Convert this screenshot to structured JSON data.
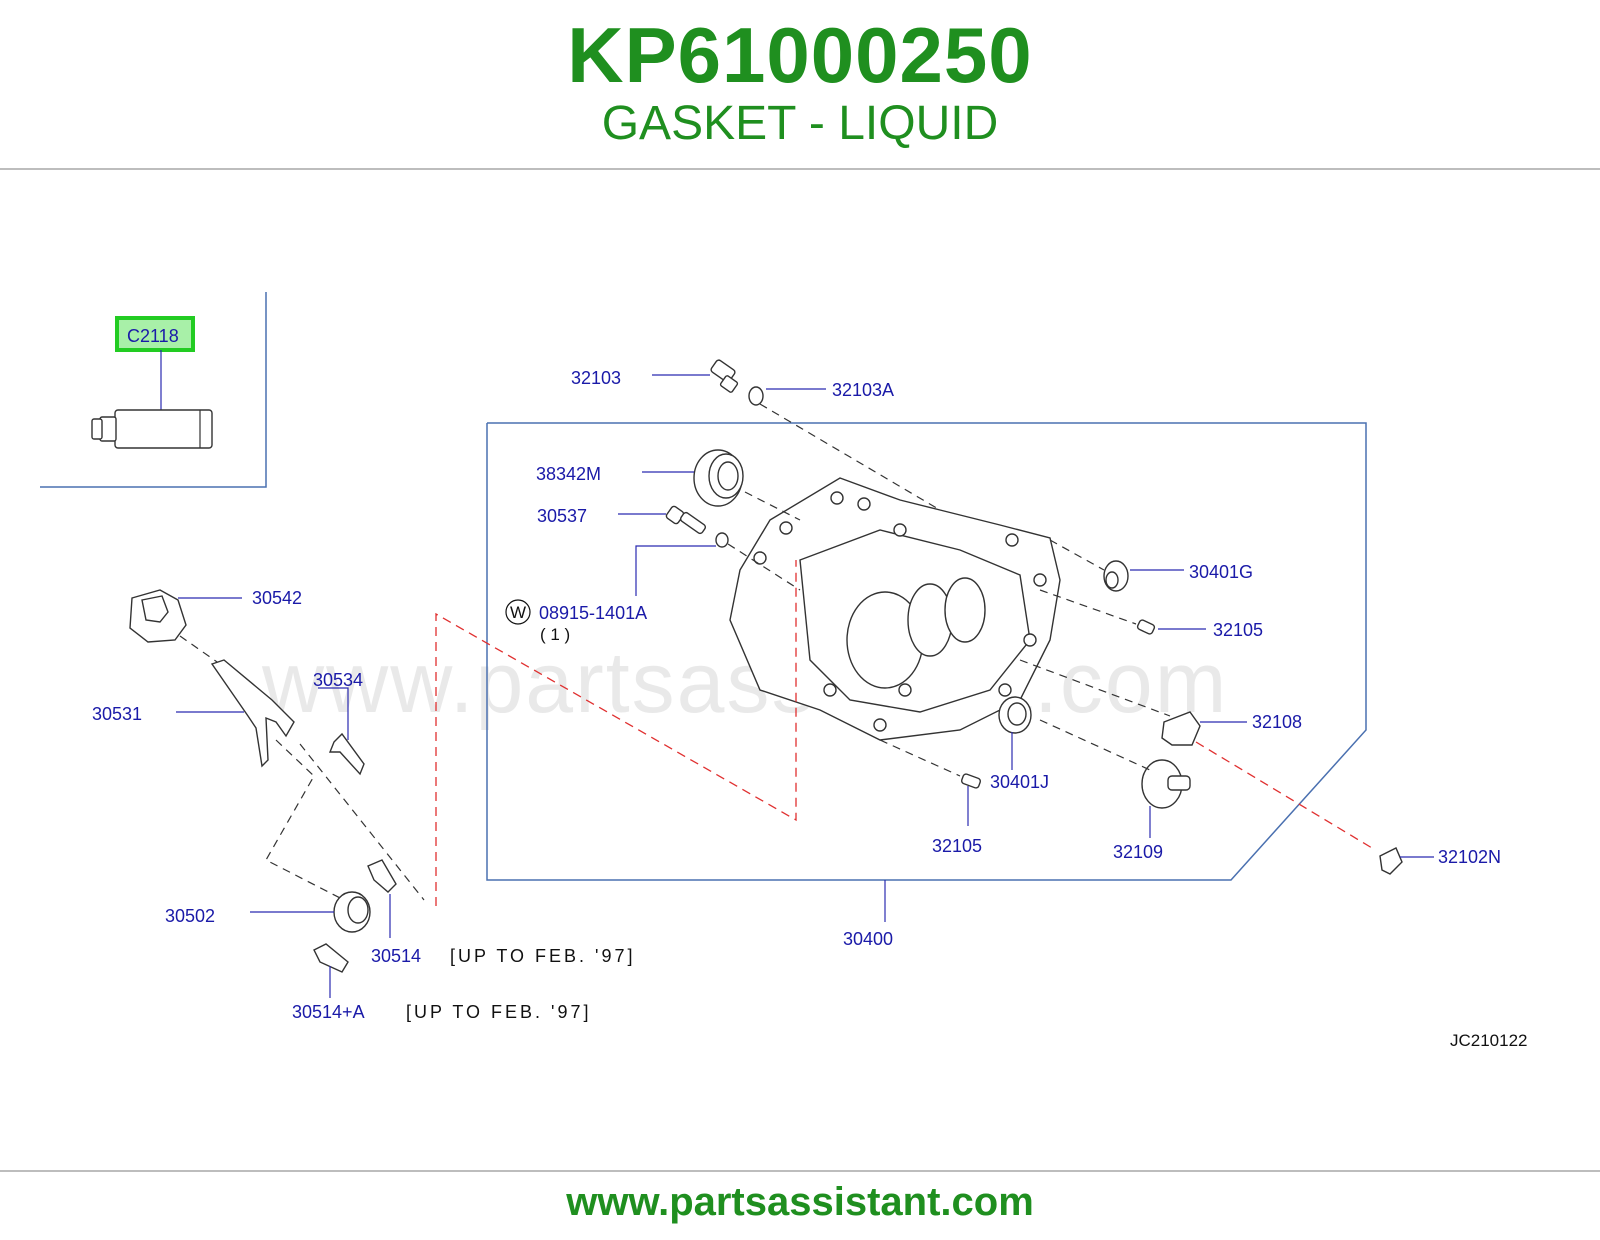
{
  "header": {
    "part_number": "KP61000250",
    "description": "GASKET - LIQUID"
  },
  "footer": {
    "url": "www.partsassistant.com"
  },
  "watermark": "www.partsassistant.com",
  "colors": {
    "brand_green": "#1f8f1f",
    "label_blue": "#1a1aa8",
    "highlight_green": "#22cc22",
    "frame_blue": "#4a70b0",
    "red_dash": "#e03030"
  },
  "diagram": {
    "highlighted_part": "C2118",
    "labels": {
      "c2118": "C2118",
      "p32103": "32103",
      "p32103a": "32103A",
      "p38342m": "38342M",
      "p30537": "30537",
      "w_symbol": "W",
      "p08915": "08915-1401A",
      "qty": "( 1 )",
      "p30542": "30542",
      "p30534": "30534",
      "p30531": "30531",
      "p30502": "30502",
      "p30514": "30514",
      "p30514a": "30514+A",
      "p30401g": "30401G",
      "p32105a": "32105",
      "p32108": "32108",
      "p30401j": "30401J",
      "p32105b": "32105",
      "p32109": "32109",
      "p32102n": "32102N",
      "p30400": "30400"
    },
    "notes": {
      "n30514": "[UP  TO  FEB.  '97]",
      "n30514a": "[UP  TO  FEB.  '97]"
    },
    "figure_code": "JC210122"
  }
}
